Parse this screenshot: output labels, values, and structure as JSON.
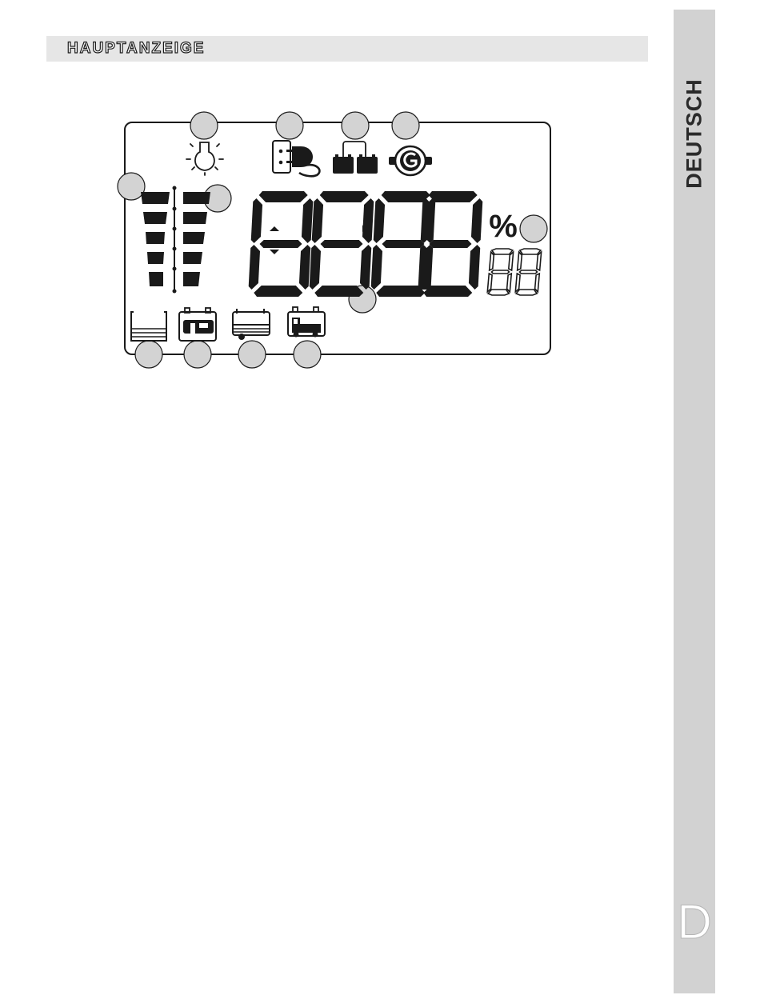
{
  "header": {
    "title": "HAUPTANZEIGE"
  },
  "sidebar": {
    "language": "DEUTSCH",
    "letter": "D"
  },
  "display": {
    "segments": "88:8.8",
    "percent": "%",
    "small_digits": "88",
    "icons": [
      "lamp-icon",
      "shore-power-plug-icon",
      "parallel-batteries-icon",
      "generator-icon",
      "battery-level-bars-icon",
      "left-tank-icon",
      "caravan-battery-icon",
      "trailer-battery-icon",
      "truck-battery-icon"
    ],
    "callout_count": 12
  },
  "colors": {
    "ink": "#1a1a1a",
    "sidebar": "#d2d2d2",
    "header_bar": "#e6e6e6",
    "callout_fill": "#d3d3d3"
  }
}
